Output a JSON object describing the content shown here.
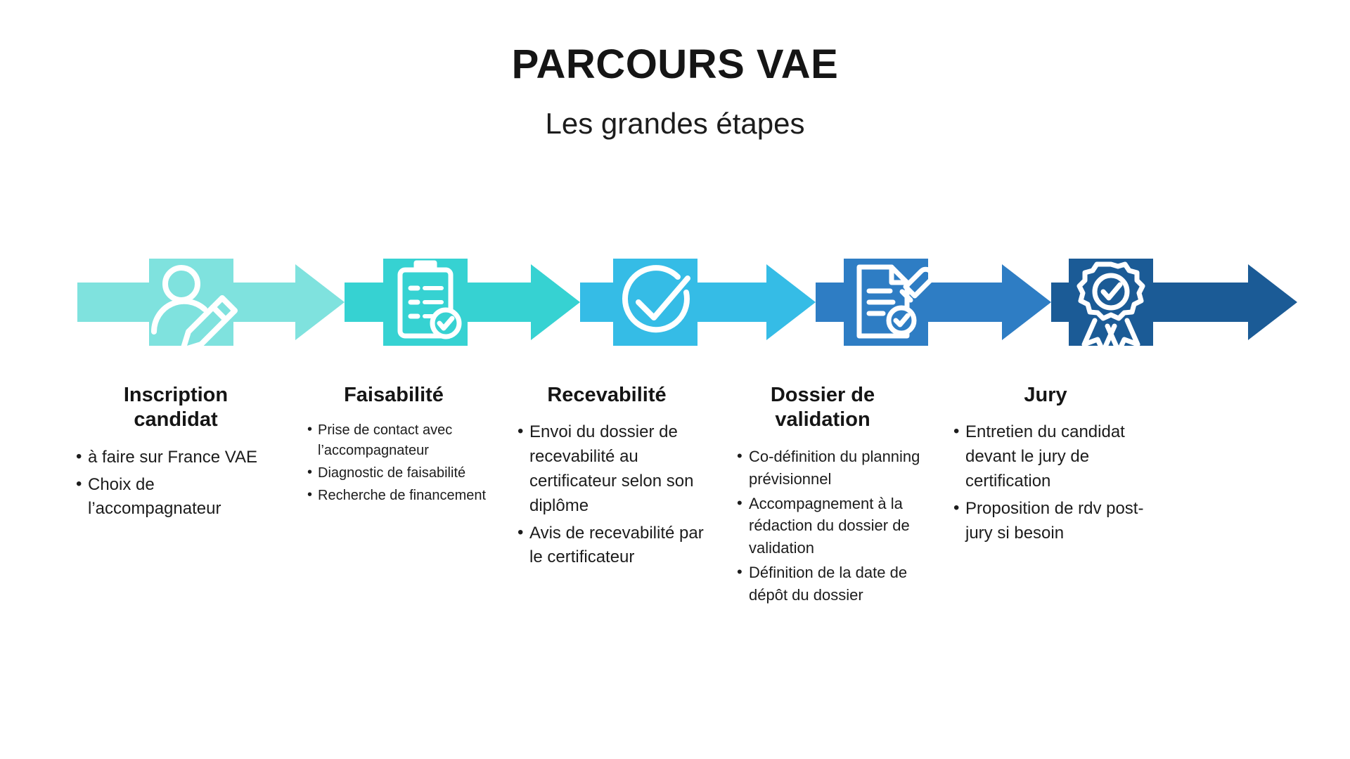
{
  "header": {
    "title": "PARCOURS VAE",
    "subtitle": "Les grandes étapes"
  },
  "colors": {
    "step1": "#7FE2DE",
    "step2": "#36D2D2",
    "step3": "#35BCE6",
    "step4": "#2E7DC4",
    "step5": "#1B5B96",
    "text": "#1c1c1c",
    "background": "#ffffff"
  },
  "steps": [
    {
      "id": "inscription-candidat",
      "icon": "person-pencil-icon",
      "color": "#7FE2DE",
      "heading": "Inscription candidat",
      "bullets": [
        "à faire sur France VAE",
        "Choix de l’accompagnateur"
      ]
    },
    {
      "id": "faisabilite",
      "icon": "clipboard-checklist-icon",
      "color": "#36D2D2",
      "heading": "Faisabilité",
      "bullets": [
        "Prise de contact avec l’accompagnateur",
        "Diagnostic de faisabilité",
        "Recherche de financement"
      ]
    },
    {
      "id": "recevabilite",
      "icon": "check-circle-icon",
      "color": "#35BCE6",
      "heading": "Recevabilité",
      "bullets": [
        "Envoi du dossier de recevabilité au certificateur selon son diplôme",
        "Avis de recevabilité par le certificateur"
      ]
    },
    {
      "id": "dossier-de-validation",
      "icon": "document-stamp-icon",
      "color": "#2E7DC4",
      "heading": "Dossier de validation",
      "bullets": [
        "Co-définition du planning prévisionnel",
        "Accompagnement à la rédaction du dossier de validation",
        "Définition de la date de dépôt du dossier"
      ]
    },
    {
      "id": "jury",
      "icon": "award-ribbon-check-icon",
      "color": "#1B5B96",
      "heading": "Jury",
      "bullets": [
        "Entretien du candidat devant le jury de certification",
        "Proposition de rdv post-jury si besoin"
      ]
    }
  ]
}
